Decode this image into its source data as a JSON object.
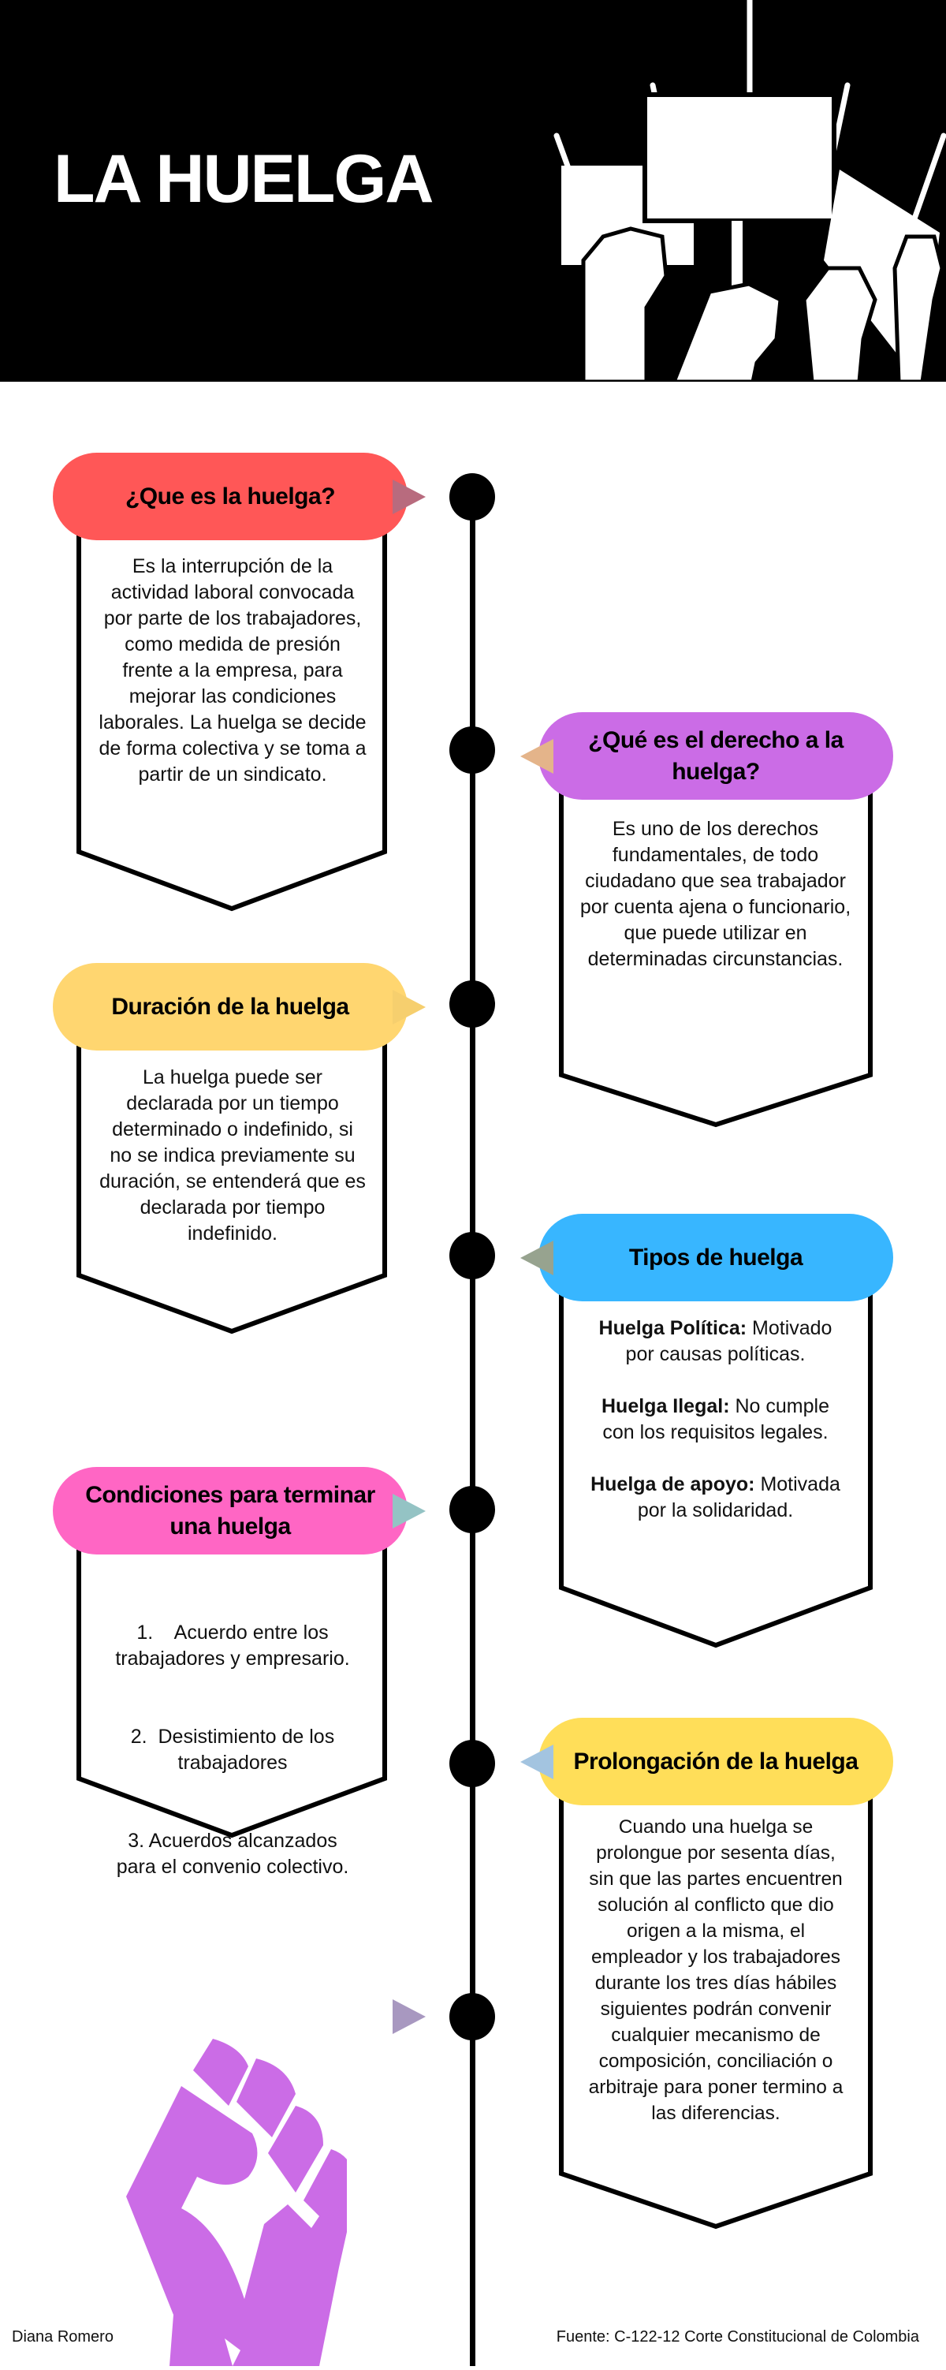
{
  "header": {
    "title": "LA HUELGA",
    "illustration": "protest-hands-with-signs"
  },
  "cards": [
    {
      "title": "¿Que es la huelga?",
      "color": "#ff5757",
      "pointer_color": "#b86b7e",
      "text": "Es la interrupción de la actividad laboral convocada por parte de los trabajadores, como medida de presión frente a la empresa, para mejorar las condiciones laborales. La huelga se decide de forma colectiva y se toma a partir de un sindicato."
    },
    {
      "title": "¿Qué es el derecho  a la huelga?",
      "color": "#cb6ce6",
      "pointer_color": "#e4b48a",
      "text": "Es uno de los derechos fundamentales, de todo ciudadano que sea trabajador por cuenta ajena o funcionario, que puede utilizar en determinadas circunstancias."
    },
    {
      "title": "Duración de la huelga",
      "color": "#ffd670",
      "pointer_color": "#f6cf6e",
      "text": "La huelga puede ser declarada por un tiempo determinado o indefinido, si no se indica previamente su duración, se entenderá que es declarada por tiempo indefinido."
    },
    {
      "title": "Tipos de huelga",
      "color": "#38b6ff",
      "pointer_color": "#97a38f",
      "types": [
        {
          "label": "Huelga Política:",
          "text": "Motivado por causas políticas."
        },
        {
          "label": "Huelga Ilegal:",
          "text": "No cumple con los requisitos legales."
        },
        {
          "label": "Huelga de apoyo:",
          "text": "Motivada por la solidaridad."
        }
      ]
    },
    {
      "title": "Condiciones para terminar una huelga",
      "color": "#ff66c4",
      "pointer_color": "#94c3c4",
      "items": [
        "1.    Acuerdo entre los trabajadores y empresario.",
        "2.  Desistimiento de los trabajadores",
        "3. Acuerdos alcanzados para el convenio colectivo."
      ]
    },
    {
      "title": "Prolongación de la huelga",
      "color": "#ffde59",
      "pointer_color": "#a3c4e0",
      "text": "Cuando una huelga se prolongue por sesenta días, sin que las partes encuentren solución al conflicto que dio origen a la misma, el empleador y los trabajadores durante los tres días hábiles siguientes podrán convenir  cualquier mecanismo de composición, conciliación o arbitraje para poner termino  a las diferencias."
    }
  ],
  "extra_pointer_color": "#a898c0",
  "fist_color": "#cb6ce6",
  "footer": {
    "author": "Diana Romero",
    "source": "Fuente: C-122-12 Corte Constitucional de Colombia"
  }
}
